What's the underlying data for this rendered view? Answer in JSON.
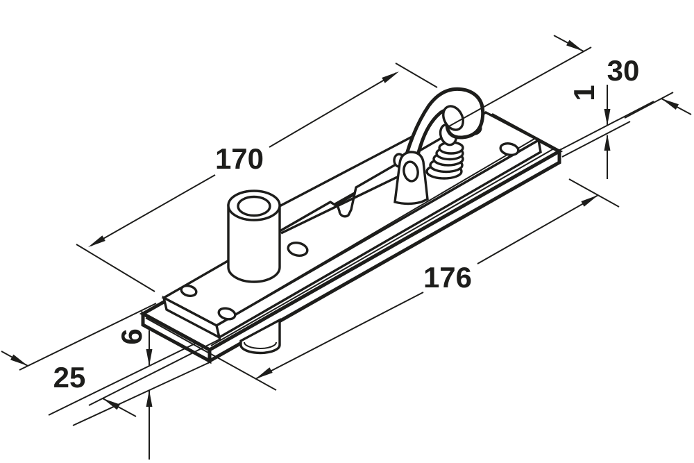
{
  "drawing": {
    "kind": "isometric-technical-drawing",
    "subject": "floor-pivot-door-hinge-with-locking-hook",
    "background_color": "#ffffff",
    "line_color": "#1d1d1b",
    "dimensions": {
      "top_plate_length": {
        "value": "170",
        "orientation": "diagonal-upper-left"
      },
      "cover_plate_width": {
        "value": "30",
        "orientation": "upper-right"
      },
      "lip_gap": {
        "value": "1",
        "orientation": "vertical-rotated-right"
      },
      "cover_plate_length": {
        "value": "176",
        "orientation": "diagonal-middle-right"
      },
      "cover_plate_thickness": {
        "value": "6",
        "orientation": "vertical-rotated-lower-left"
      },
      "top_plate_width": {
        "value": "25",
        "orientation": "lower-left"
      }
    }
  }
}
